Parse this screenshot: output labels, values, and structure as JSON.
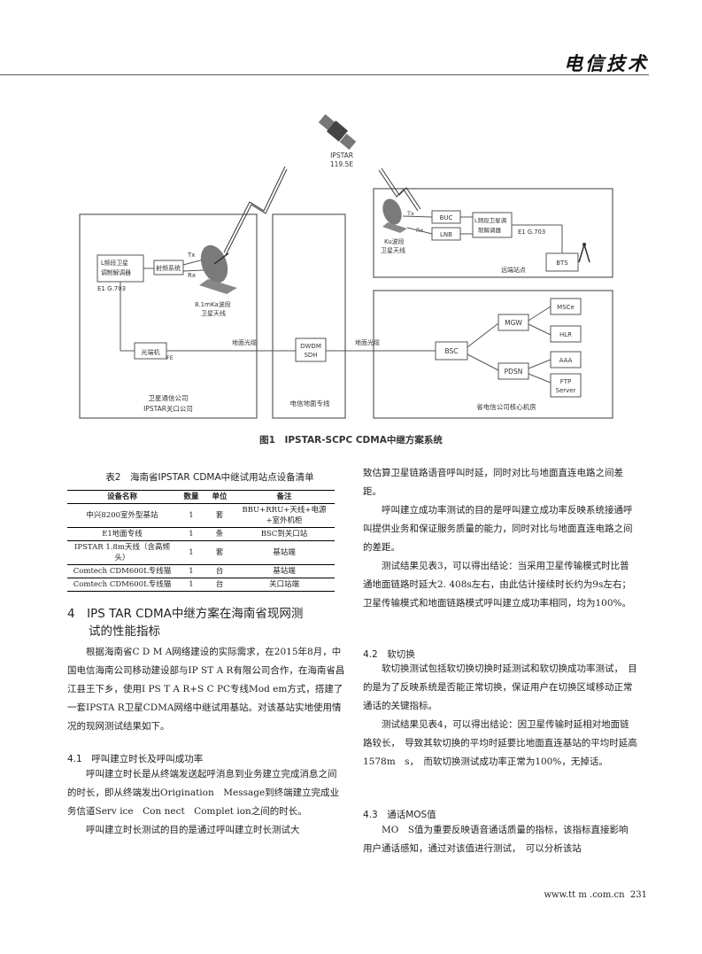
{
  "header": {
    "brand": "电信技术"
  },
  "figure": {
    "caption": "图1　IPSTAR-SCPC CDMA中继方案系统",
    "satellite": {
      "name": "IPSTAR",
      "position": "119.5E"
    },
    "remote": {
      "ant": "Ku波段\n卫星天线",
      "tx": "Tx",
      "rx": "Rx",
      "buc": "BUC",
      "lnb": "LNB",
      "modem": "L频段卫星调\n制解调器",
      "e1": "E1 G.703",
      "bts": "BTS",
      "region": "远端站点"
    },
    "hub": {
      "modem": "L频段卫星\n调制解调器",
      "rf": "射频系统",
      "tx": "Tx",
      "rx": "Rx",
      "e1": "E1 G.703",
      "ant": "8.1mKa波段\n卫星天线",
      "fiber": "光端机",
      "fe": "FE",
      "region": "卫星通信公司\nIPSTAR关口公司"
    },
    "link1": "地面光缆",
    "link2": "地面光缆",
    "dwdm": "DWDM\nSDH",
    "mid_region": "电信地面专线",
    "core": {
      "bsc": "BSC",
      "mgw": "MGW",
      "pdsn": "PDSN",
      "msce": "MSCe",
      "hlr": "HLR",
      "aaa": "AAA",
      "ftp": "FTP\nServer",
      "region": "省电信公司核心机房"
    }
  },
  "table": {
    "caption": "表2　海南省IPSTAR CDMA中继试用站点设备清单",
    "headers": [
      "设备名称",
      "数量",
      "单位",
      "备注"
    ],
    "rows": [
      [
        "中兴8200室外型基站",
        "1",
        "套",
        "BBU+RRU+天线+电源+室外机柜"
      ],
      [
        "E1地面专线",
        "1",
        "条",
        "BSC到关口站"
      ],
      [
        "IPSTAR 1.8m天线（含高频头）",
        "1",
        "套",
        "基站端"
      ],
      [
        "Comtech CDM600L专线猫",
        "1",
        "台",
        "基站端"
      ],
      [
        "Comtech CDM600L专线猫",
        "1",
        "台",
        "关口站端"
      ]
    ]
  },
  "section4": {
    "title_l1": "4　IPS TAR CDMA中继方案在海南省现网测",
    "title_l2": "试的性能指标",
    "para": "根据海南省C D M A网络建设的实际需求，在2015年8月，中国电信海南公司移动建设部与IP ST A R有限公司合作，在海南省昌江县王下乡，使用I PS T A R+S C PC专线Mod em方式，搭建了一套IPSTA R卫星CDMA网络中继试用基站。对该基站实地使用情况的现网测试结果如下。"
  },
  "s41": {
    "title": "4.1　呼叫建立时长及呼叫成功率",
    "p1": "呼叫建立时长是从终端发送起呼消息到业务建立完成消息之间的时长，即从终端发出Origination　Message到终端建立完成业务信道Serv ice　Con nect　Complet ion之间的时长。",
    "p2": "呼叫建立时长测试的目的是通过呼叫建立时长测试大"
  },
  "right": {
    "p1": "致估算卫星链路语音呼叫时延，同时对比与地面直连电路之间差距。",
    "p2": "呼叫建立成功率测试的目的是呼叫建立成功率反映系统接通呼叫提供业务和保证服务质量的能力，同时对比与地面直连电路之间的差距。",
    "p3": "测试结果见表3，可以得出结论：当采用卫星传输模式时比普通地面链路时延大2. 408s左右，由此估计接续时长约为9s左右；卫星传输模式和地面链路模式呼叫建立成功率相同，均为100%。"
  },
  "s42": {
    "title": "4.2　软切换",
    "p1": "软切换测试包括软切换切换时延测试和软切换成功率测试，　目的是为了反映系统是否能正常切换，保证用户在切换区域移动正常通话的关键指标。",
    "p2": "测试结果见表4，可以得出结论：因卫星传输时延相对地面链路较长，　导致其软切换的平均时延要比地面直连基站的平均时延高1578m　s，　而软切换测试成功率正常为100%，无掉话。"
  },
  "s43": {
    "title": "4.3　通话MOS值",
    "p1": "MO　S值为重要反映语音通话质量的指标，该指标直接影响用户通话感知，通过对该值进行测试，　可以分析该站"
  },
  "footer": {
    "url": "www.tt m .com.cn",
    "page": "231"
  }
}
